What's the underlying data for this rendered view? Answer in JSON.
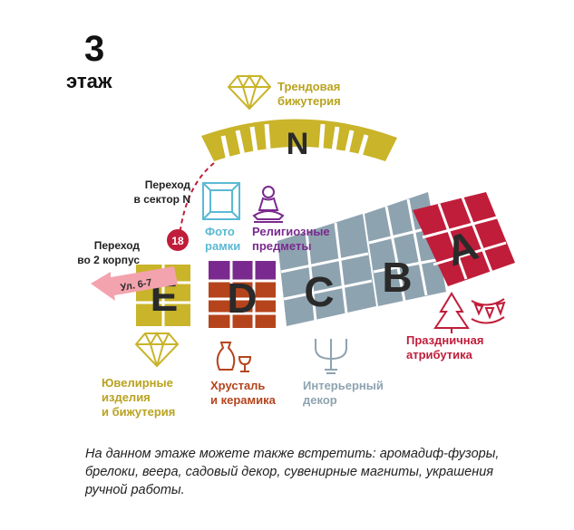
{
  "floor": {
    "number": "3",
    "word": "этаж"
  },
  "sectors": {
    "n": "N",
    "e": "E",
    "d": "D",
    "c": "C",
    "b": "B",
    "a": "A"
  },
  "labels": {
    "trend_jewelry": [
      "Трендовая",
      "бижутерия"
    ],
    "passage_n": [
      "Переход",
      "в сектор N"
    ],
    "passage_2": [
      "Переход",
      "во 2 корпус"
    ],
    "street": "Ул. 6-7",
    "point_number": "18",
    "photo_frames": [
      "Фото",
      "рамки"
    ],
    "religious": [
      "Религиозные",
      "предметы"
    ],
    "jewelry": [
      "Ювелирные",
      "изделия",
      "и бижутерия"
    ],
    "crystal": [
      "Хрусталь",
      "и керамика"
    ],
    "interior": [
      "Интерьерный",
      "декор"
    ],
    "festive": [
      "Праздничная",
      "атрибутика"
    ]
  },
  "footer": "На данном этаже можете также встретить: аромадиф-фузоры, брелоки, веера, садовый декор, сувенирные магниты, украшения ручной работы.",
  "colors": {
    "gold": "#c9b42a",
    "teal": "#5bb9d4",
    "purple": "#7a2a8e",
    "brown": "#b5441c",
    "grey": "#8ea3b0",
    "red": "#c01d3a",
    "pink_arrow": "#f3a3ad"
  },
  "icons": [
    "diamond-icon",
    "photo-frame-icon",
    "buddha-icon",
    "vase-icon",
    "candelabra-icon",
    "christmas-tree-icon",
    "garland-icon"
  ]
}
